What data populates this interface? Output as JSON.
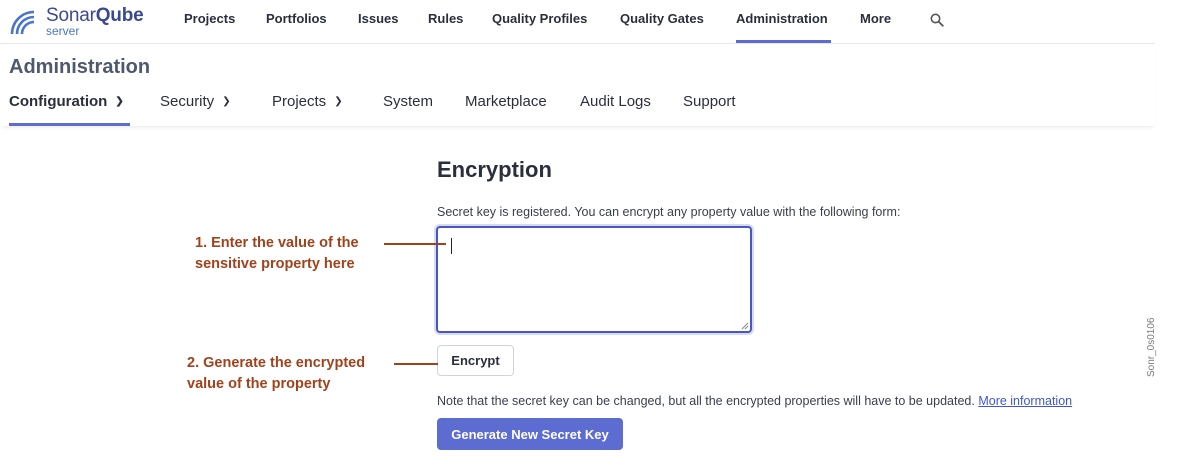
{
  "brand": {
    "name_part1": "Sonar",
    "name_part2": "Qube",
    "subtitle": "server"
  },
  "nav": {
    "items": [
      "Projects",
      "Portfolios",
      "Issues",
      "Rules",
      "Quality Profiles",
      "Quality Gates",
      "Administration",
      "More"
    ],
    "active": "Administration"
  },
  "admin": {
    "title": "Administration",
    "tabs": [
      "Configuration",
      "Security",
      "Projects",
      "System",
      "Marketplace",
      "Audit Logs",
      "Support"
    ],
    "active_tab": "Configuration"
  },
  "encryption": {
    "title": "Encryption",
    "description": "Secret key is registered. You can encrypt any property value with the following form:",
    "input_value": "",
    "encrypt_label": "Encrypt",
    "note": "Note that the secret key can be changed, but all the encrypted properties will have to be updated.",
    "more_info_link": "More information",
    "generate_label": "Generate New Secret Key"
  },
  "callouts": {
    "step1_line1": "1. Enter the value of the",
    "step1_line2": "sensitive property here",
    "step2_line1": "2. Generate the encrypted",
    "step2_line2": "value of the property"
  },
  "watermark": "Sonr_0s0106",
  "colors": {
    "accent": "#5d6cd0",
    "callout": "#a2421c",
    "link": "#3f58c9"
  },
  "icons": {
    "search": "search-icon",
    "chevron": "chevron-down-icon",
    "logo": "sonarqube-logo-icon"
  }
}
